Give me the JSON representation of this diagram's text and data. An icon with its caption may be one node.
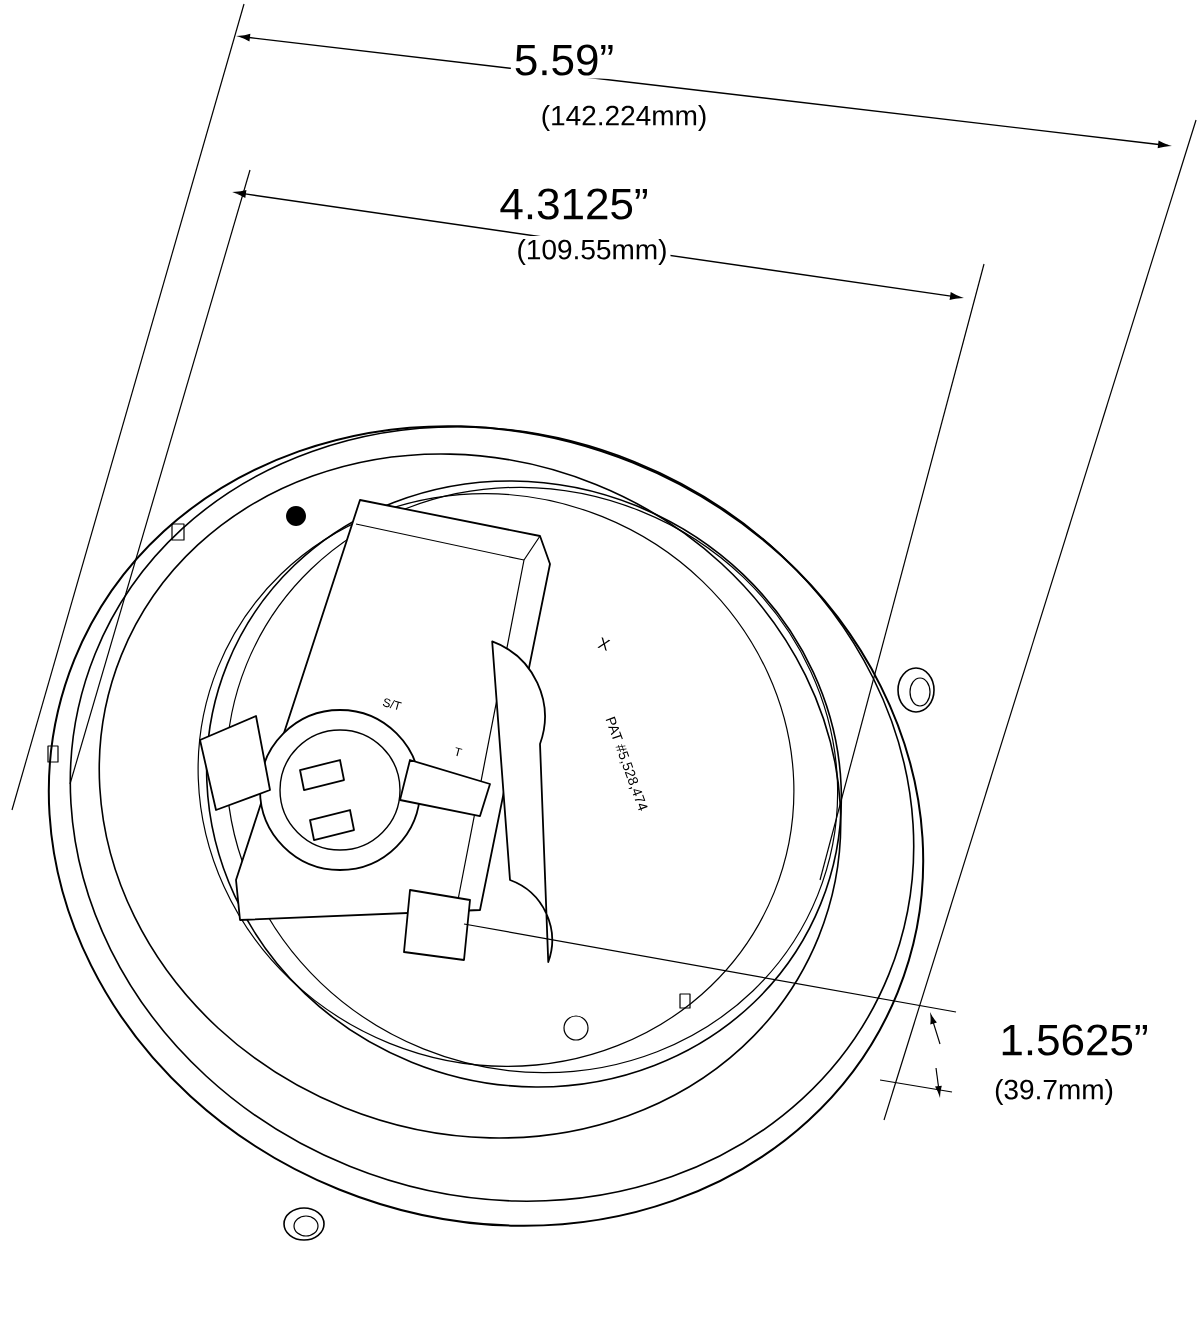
{
  "diagram": {
    "labels": [
      "5.59”",
      "(142.224mm)",
      "4.3125”",
      "(109.55mm)",
      "1.5625”",
      "(39.7mm)",
      "X",
      "PAT #5,528,474",
      "S/T",
      "T"
    ]
  }
}
